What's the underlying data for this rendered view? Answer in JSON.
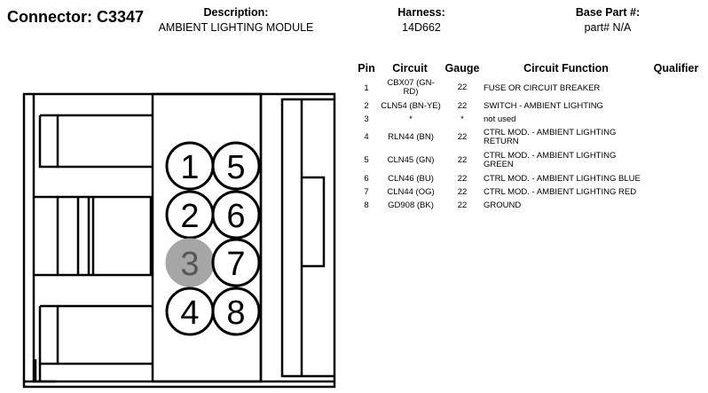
{
  "connector": {
    "label": "Connector:",
    "id": "C3347"
  },
  "description": {
    "label": "Description:",
    "value": "AMBIENT LIGHTING MODULE"
  },
  "harness": {
    "label": "Harness:",
    "value": "14D662"
  },
  "base_part": {
    "label": "Base Part #:",
    "value": "part# N/A"
  },
  "table": {
    "headers": {
      "pin": "Pin",
      "circuit": "Circuit",
      "gauge": "Gauge",
      "function": "Circuit Function",
      "qualifier": "Qualifier"
    },
    "rows": [
      {
        "pin": "1",
        "circuit": [
          "CBX07 (GN-",
          "RD)"
        ],
        "gauge": "22",
        "function": [
          "FUSE OR CIRCUIT BREAKER"
        ]
      },
      {
        "pin": "2",
        "circuit": [
          "CLN54 (BN-YE)"
        ],
        "gauge": "22",
        "function": [
          "SWITCH - AMBIENT LIGHTING"
        ]
      },
      {
        "pin": "3",
        "circuit": [
          "*"
        ],
        "gauge": "*",
        "function": [
          "not used"
        ]
      },
      {
        "pin": "4",
        "circuit": [
          "RLN44 (BN)"
        ],
        "gauge": "22",
        "function": [
          "CTRL MOD. - AMBIENT LIGHTING",
          "RETURN"
        ]
      },
      {
        "pin": "5",
        "circuit": [
          "CLN45 (GN)"
        ],
        "gauge": "22",
        "function": [
          "CTRL MOD. - AMBIENT LIGHTING",
          "GREEN"
        ]
      },
      {
        "pin": "6",
        "circuit": [
          "CLN46 (BU)"
        ],
        "gauge": "22",
        "function": [
          "CTRL MOD. - AMBIENT LIGHTING BLUE"
        ]
      },
      {
        "pin": "7",
        "circuit": [
          "CLN44 (OG)"
        ],
        "gauge": "22",
        "function": [
          "CTRL MOD. - AMBIENT LIGHTING RED"
        ]
      },
      {
        "pin": "8",
        "circuit": [
          "GD908 (BK)"
        ],
        "gauge": "22",
        "function": [
          "GROUND"
        ]
      }
    ]
  },
  "pins": [
    {
      "label": "1",
      "unused": false
    },
    {
      "label": "5",
      "unused": false
    },
    {
      "label": "2",
      "unused": false
    },
    {
      "label": "6",
      "unused": false
    },
    {
      "label": "3",
      "unused": true
    },
    {
      "label": "7",
      "unused": false
    },
    {
      "label": "4",
      "unused": false
    },
    {
      "label": "8",
      "unused": false
    }
  ],
  "colors": {
    "pin_unused_fill": "#a6a6a6",
    "pin_fill": "#ffffff",
    "stroke": "#000000"
  }
}
